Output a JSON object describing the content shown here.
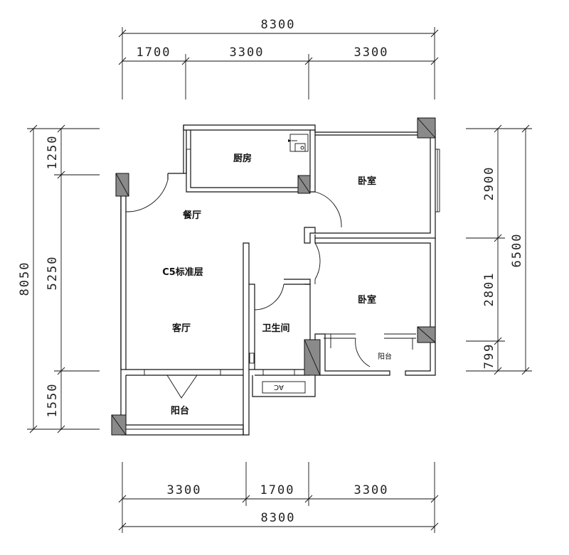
{
  "dimensions": {
    "top_total": "8300",
    "top_segments": [
      "1700",
      "3300",
      "3300"
    ],
    "bottom_segments": [
      "3300",
      "1700",
      "3300"
    ],
    "bottom_total": "8300",
    "left_total": "8050",
    "left_segments": [
      "1250",
      "5250",
      "1550"
    ],
    "right_total": "6500",
    "right_segments": [
      "2900",
      "2801",
      "799"
    ]
  },
  "rooms": {
    "kitchen": "厨房",
    "bedroom_1": "卧室",
    "dining": "餐厅",
    "floor_label": "C5标准层",
    "living": "客厅",
    "bedroom_2": "卧室",
    "bathroom": "卫生间",
    "balcony_small": "阳台",
    "balcony_main": "阳台",
    "ac_label": "AC"
  }
}
